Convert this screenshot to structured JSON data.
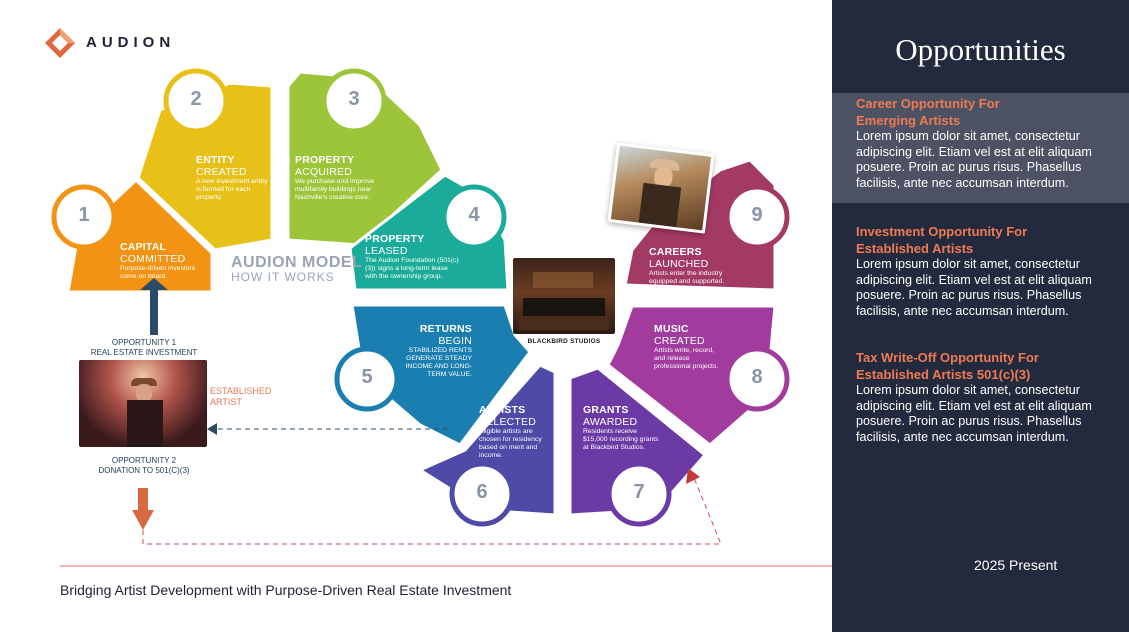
{
  "brand": {
    "name": "AUDION"
  },
  "model": {
    "title": "AUDION MODEL",
    "subtitle": "HOW IT WORKS"
  },
  "steps": [
    {
      "num": "1",
      "title_bold": "CAPITAL",
      "title_thin": " COMMITTED",
      "desc": "Purpose-driven investors come on board."
    },
    {
      "num": "2",
      "title_bold": "ENTITY",
      "title_thin": " CREATED",
      "desc": "A new investment entity is formed for each property."
    },
    {
      "num": "3",
      "title_bold": "PROPERTY",
      "title_thin": " ACQUIRED",
      "desc": "We purchase and improve multifamily buildings near Nashville's creative core."
    },
    {
      "num": "4",
      "title_bold": "PROPERTY",
      "title_thin": " LEASED",
      "desc": "The Audion Foundation (501(c)(3)) signs a long-term lease with the ownership group."
    },
    {
      "num": "5",
      "title_bold": "RETURNS",
      "title_thin": " BEGIN",
      "desc": "STABILIZED RENTS GENERATE STEADY INCOME AND LONG-TERM VALUE."
    },
    {
      "num": "6",
      "title_bold": "ARTISTS",
      "title_thin": " SELECTED",
      "desc": "Eligible artists are chosen for residency based on merit and income."
    },
    {
      "num": "7",
      "title_bold": "GRANTS",
      "title_thin": " AWARDED",
      "desc": "Residents receive $15,000 recording grants at Blackbird Studios."
    },
    {
      "num": "8",
      "title_bold": "MUSIC",
      "title_thin": " CREATED",
      "desc": "Artists write, record, and release professional projects."
    },
    {
      "num": "9",
      "title_bold": "CAREERS",
      "title_thin": " LAUNCHED",
      "desc": "Artists enter the industry equipped and supported."
    }
  ],
  "studio": {
    "label": "BLACKBIRD STUDIOS"
  },
  "left_flow": {
    "opp1_line1": "OPPORTUNITY 1",
    "opp1_line2": "REAL ESTATE INVESTMENT",
    "established_line1": "ESTABLISHED",
    "established_line2": "ARTIST",
    "opp2_line1": "OPPORTUNITY 2",
    "opp2_line2": "DONATION TO 501(C)(3)"
  },
  "sidebar": {
    "title": "Opportunities",
    "items": [
      {
        "head1": "Career Opportunity For",
        "head2": "Emerging Artists",
        "body": [
          "Lorem ipsum dolor sit amet, consectetur",
          "adipiscing elit. Etiam vel est at elit aliquam",
          "posuere. Proin ac purus risus. Phasellus",
          "facilisis, ante nec accumsan interdum."
        ]
      },
      {
        "head1": "Investment Opportunity For",
        "head2": "Established Artists",
        "body": [
          "Lorem ipsum dolor sit amet, consectetur",
          "adipiscing elit. Etiam vel est at elit aliquam",
          "posuere. Proin ac purus risus. Phasellus",
          "facilisis, ante nec accumsan interdum."
        ]
      },
      {
        "head1": "Tax Write-Off Opportunity For",
        "head2": "Established Artists 501(c)(3)",
        "body": [
          "Lorem ipsum dolor sit amet, consectetur",
          "adipiscing elit. Etiam vel est at elit aliquam",
          "posuere. Proin ac purus risus. Phasellus",
          "facilisis, ante nec accumsan interdum."
        ]
      }
    ],
    "present": "2025 Present"
  },
  "footer": {
    "tagline": "Bridging Artist Development with Purpose-Driven Real Estate Investment"
  },
  "colors": {
    "sidebar_bg": "#232a3e",
    "accent": "#ef7a52",
    "seg1": "#f39314",
    "seg2": "#e7c117",
    "seg3": "#9cc53a",
    "seg4": "#1bab9a",
    "seg5": "#1a7fb0",
    "seg6": "#4d4aa8",
    "seg7": "#6b3aa5",
    "seg8": "#a23b9e",
    "seg9": "#a33a64"
  },
  "icons": [
    "audion-logo-icon",
    "arrow-up-icon",
    "arrow-down-icon",
    "arrow-left-icon",
    "arrow-up-right-icon"
  ]
}
